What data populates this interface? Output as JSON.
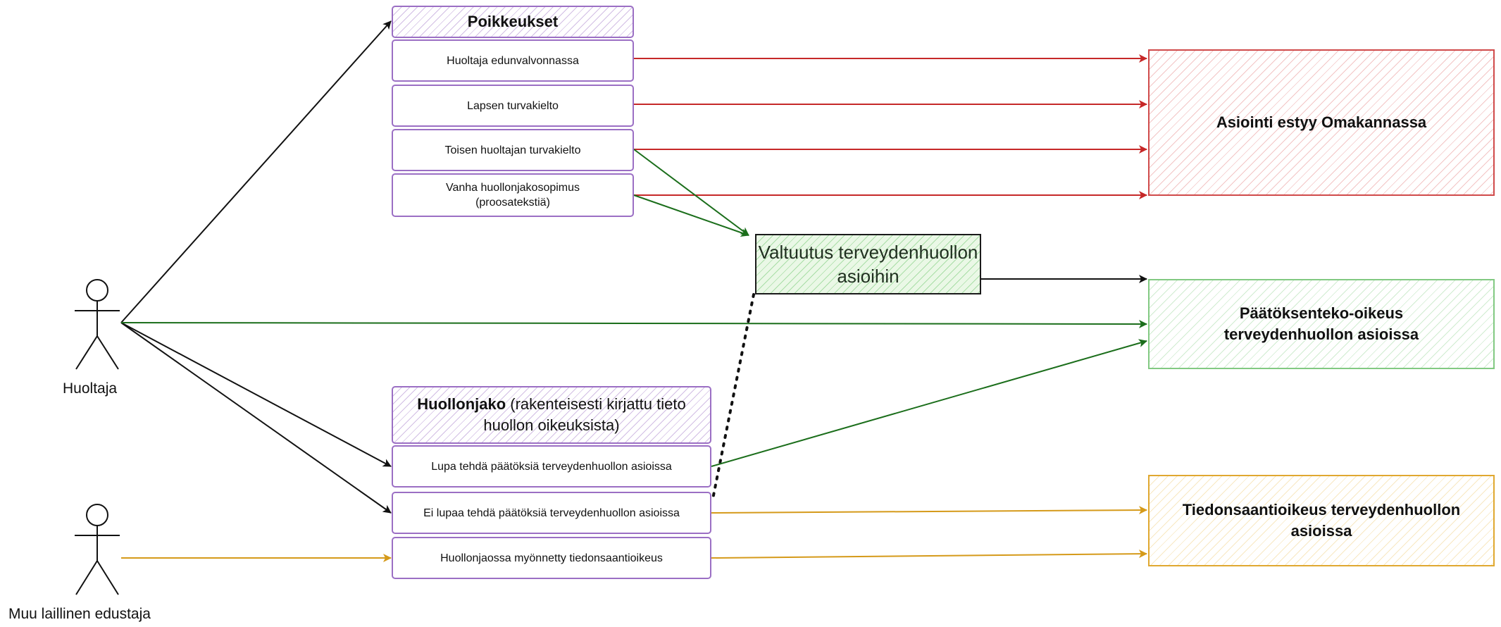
{
  "actors": {
    "huoltaja": "Huoltaja",
    "muu": "Muu laillinen edustaja"
  },
  "poikkeukset": {
    "title": "Poikkeukset",
    "items": [
      "Huoltaja edunvalvonnassa",
      "Lapsen turvakielto",
      "Toisen huoltajan turvakielto",
      "Vanha huollonjakosopimus (proosatekstiä)"
    ]
  },
  "huollonjako": {
    "title_bold": "Huollonjako",
    "title_rest": " (rakenteisesti kirjattu tieto huollon oikeuksista)",
    "items": [
      "Lupa tehdä päätöksiä terveydenhuollon asioissa",
      "Ei lupaa tehdä päätöksiä terveydenhuollon asioissa",
      "Huollonjaossa myönnetty tiedonsaantioikeus"
    ]
  },
  "valtuutus": "Valtuutus terveydenhuollon asioihin",
  "targets": {
    "estyy": "Asiointi estyy Omakannassa",
    "paatoksenteko": "Päätöksenteko-oikeus terveydenhuollon asioissa",
    "tiedonsaanti": "Tiedonsaantioikeus terveydenhuollon asioissa"
  },
  "colors": {
    "black": "#111111",
    "red": "#c62828",
    "green": "#1b6e1b",
    "yellow": "#d59a1a",
    "purple": "#9b6fc4"
  }
}
